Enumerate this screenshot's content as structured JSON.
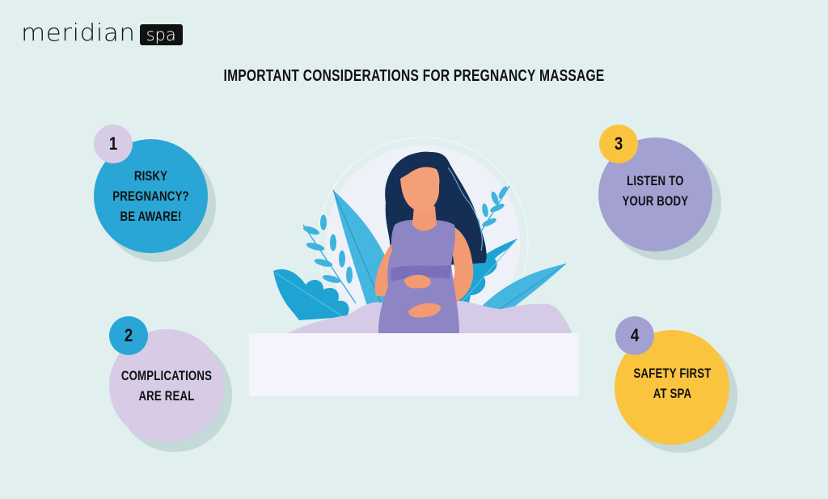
{
  "brand": {
    "name": "meridian",
    "tag": "spa"
  },
  "title": "IMPORTANT CONSIDERATIONS FOR PREGNANCY MASSAGE",
  "colors": {
    "background": "#e1f0ef",
    "blue": "#29a6d6",
    "lilac": "#d7cbe6",
    "periwinkle": "#a3a1d2",
    "yellow": "#fbc43f",
    "shadow": "#c5d9d8"
  },
  "considerations": [
    {
      "number": "1",
      "text": "RISKY\nPREGNANCY?\nBE AWARE!",
      "circle_color": "#29a6d6",
      "badge_color": "#d7cbe6"
    },
    {
      "number": "2",
      "text": "COMPLICATIONS\nARE REAL",
      "circle_color": "#d7cbe6",
      "badge_color": "#29a6d6"
    },
    {
      "number": "3",
      "text": "LISTEN TO\nYOUR BODY",
      "circle_color": "#a3a1d2",
      "badge_color": "#fbc43f"
    },
    {
      "number": "4",
      "text": "SAFETY FIRST\nAT SPA",
      "circle_color": "#fbc43f",
      "badge_color": "#a3a1d2"
    }
  ],
  "illustration": {
    "subject": "pregnant-woman-with-leaves"
  }
}
